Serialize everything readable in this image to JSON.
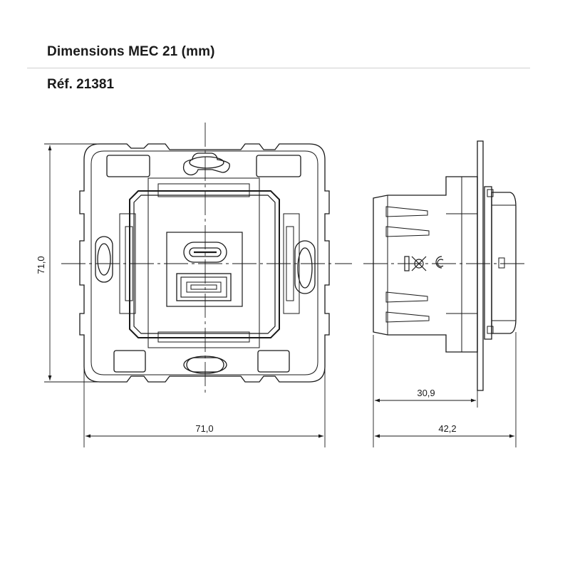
{
  "header": {
    "title": "Dimensions MEC 21 (mm)",
    "reference": "Réf. 21381"
  },
  "dimensions": {
    "front_height": "71,0",
    "front_width": "71,0",
    "side_depth_body": "30,9",
    "side_depth_total": "42,2"
  },
  "colors": {
    "line": "#1a1a1a",
    "rule": "#cfcfcf"
  }
}
